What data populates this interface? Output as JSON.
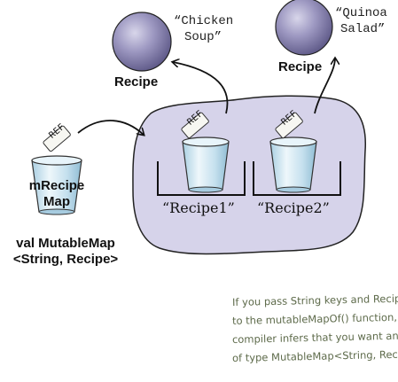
{
  "objects": {
    "recipe_left": {
      "value": "“Chicken\nSoup”",
      "line1": "“Chicken",
      "line2": "Soup”",
      "type_label": "Recipe"
    },
    "recipe_right": {
      "value": "“Quinoa\nSalad”",
      "line1": "“Quinoa",
      "line2": "Salad”",
      "type_label": "Recipe"
    }
  },
  "map": {
    "keys": [
      "“Recipe1”",
      "“Recipe2”"
    ],
    "ref_label": "REF"
  },
  "variable": {
    "ref_label": "REF",
    "name_line1": "mRecipe",
    "name_line2": "Map",
    "type_line1": "val MutableMap",
    "type_line2": "<String, Recipe>"
  },
  "note": {
    "lines": [
      "If you pass String keys and Recipe values",
      "to the mutableMapOf() function, the",
      "compiler infers that you want an object",
      "of type MutableMap<String, Recipe>."
    ]
  },
  "colors": {
    "object_fill": "#8c87b4",
    "map_fill": "#d6d3ea",
    "cup_fill": "#d2e8f3",
    "note_text": "#5e6b4b"
  }
}
